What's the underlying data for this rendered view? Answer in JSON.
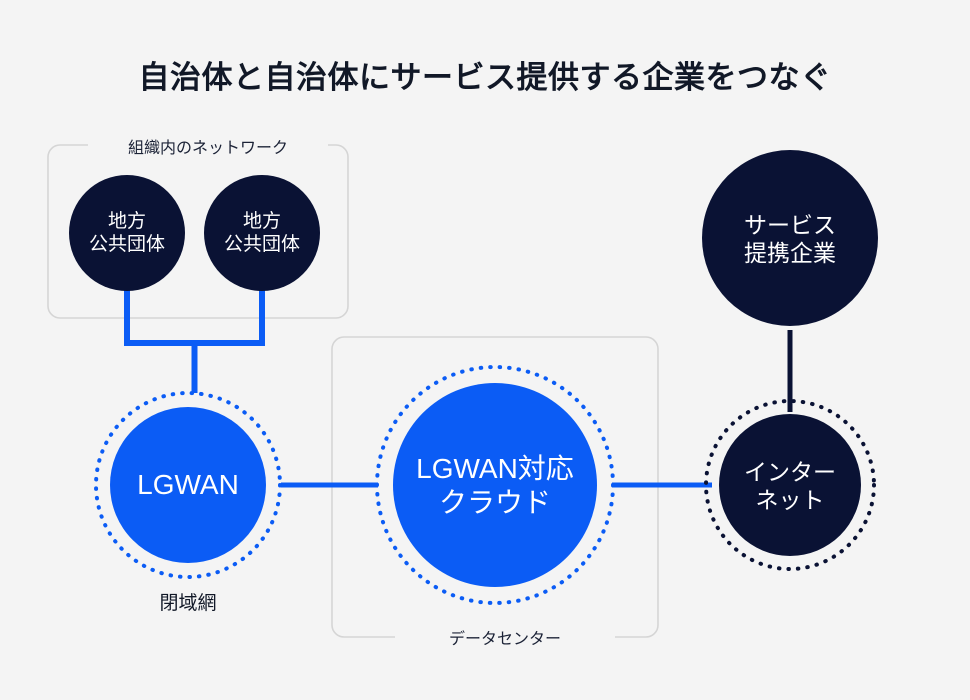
{
  "diagram": {
    "title": "自治体と自治体にサービス提供する企業をつなぐ",
    "background_color": "#f4f4f4",
    "palette": {
      "navy": "#0a1234",
      "blue": "#0b5cf5",
      "group_border": "#d5d5d5",
      "title_color": "#111827"
    },
    "groups": [
      {
        "id": "internal-network",
        "label": "組織内のネットワーク",
        "label_position": "top"
      },
      {
        "id": "data-center",
        "label": "データセンター",
        "label_position": "bottom"
      }
    ],
    "nodes": [
      {
        "id": "local-gov-1",
        "lines": [
          "地方",
          "公共団体"
        ],
        "style": "navy",
        "ring": "none",
        "font_size": 19
      },
      {
        "id": "local-gov-2",
        "lines": [
          "地方",
          "公共団体"
        ],
        "style": "navy",
        "ring": "none",
        "font_size": 19
      },
      {
        "id": "lgwan",
        "lines": [
          "LGWAN"
        ],
        "style": "blue",
        "ring": "dotted-blue",
        "font_size": 28
      },
      {
        "id": "lgwan-cloud",
        "lines": [
          "LGWAN対応",
          "クラウド"
        ],
        "style": "blue",
        "ring": "dotted-blue",
        "font_size": 28
      },
      {
        "id": "service-partner",
        "lines": [
          "サービス",
          "提携企業"
        ],
        "style": "navy",
        "ring": "none",
        "font_size": 23
      },
      {
        "id": "internet",
        "lines": [
          "インター",
          "ネット"
        ],
        "style": "navy",
        "ring": "dotted-navy",
        "font_size": 23
      }
    ],
    "captions": [
      {
        "id": "closed-network",
        "text": "閉域網",
        "for_node": "lgwan"
      }
    ],
    "edges": [
      {
        "from": "local-gov-1",
        "to": "lgwan",
        "color": "#0b5cf5",
        "shape": "bracket"
      },
      {
        "from": "local-gov-2",
        "to": "lgwan",
        "color": "#0b5cf5",
        "shape": "bracket"
      },
      {
        "from": "lgwan",
        "to": "lgwan-cloud",
        "color": "#0b5cf5",
        "shape": "straight"
      },
      {
        "from": "lgwan-cloud",
        "to": "internet",
        "color": "#0b5cf5",
        "shape": "straight"
      },
      {
        "from": "service-partner",
        "to": "internet",
        "color": "#0a1234",
        "shape": "straight"
      }
    ]
  }
}
